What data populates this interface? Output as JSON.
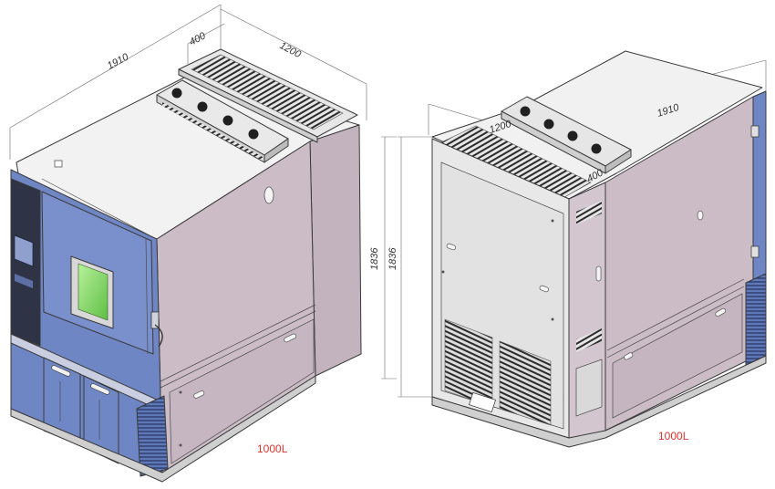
{
  "left_view": {
    "dim_length": "1910",
    "dim_duct": "400",
    "dim_depth": "1200",
    "dim_height": "1836",
    "caption": "1000L"
  },
  "right_view": {
    "dim_length": "1910",
    "dim_duct": "400",
    "dim_depth": "1200",
    "dim_height": "1836",
    "caption": "1000L"
  },
  "colors": {
    "front_blue": "#6f86c4",
    "side_mauve": "#cbbcc6",
    "top_light": "#f1f1f1",
    "window_green": "#8ddc6a",
    "caption_red": "#e0322e"
  }
}
